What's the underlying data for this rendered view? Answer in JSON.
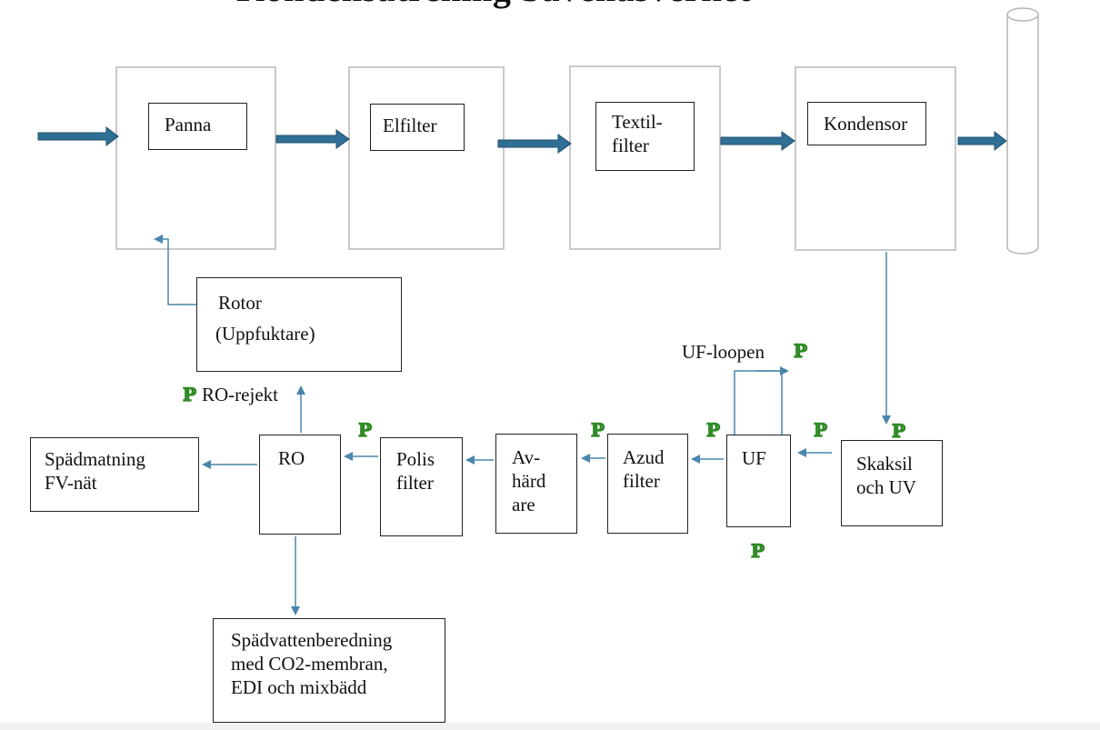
{
  "title": "Kondensatrening Savenäsverket",
  "blocks": {
    "panna": "Panna",
    "elfilter": "Elfilter",
    "textil_line1": "Textil-",
    "textil_line2": "filter",
    "kondensor": "Kondensor"
  },
  "rotor": {
    "line1": "Rotor",
    "line2": "(Uppfuktare)"
  },
  "ro_rejekt": "RO-rejekt",
  "uf_loopen": "UF-loopen",
  "pressure_symbol": "ℙ",
  "boxes": {
    "spadmatning_line1": "Spädmatning",
    "spadmatning_line2": "FV-nät",
    "ro": "RO",
    "polis_line1": "Polis",
    "polis_line2": "filter",
    "avhard_line1": "Av-",
    "avhard_line2": "härd",
    "avhard_line3": "are",
    "azud_line1": "Azud",
    "azud_line2": "filter",
    "uf": "UF",
    "skaksil_line1": "Skaksil",
    "skaksil_line2": "och UV",
    "spadvatten_line1": "Spädvattenberedning",
    "spadvatten_line2": "med CO2-membran,",
    "spadvatten_line3": "EDI och mixbädd"
  },
  "colors": {
    "big_arrow": "#2f6f95",
    "thin_arrow": "#4a86ad",
    "pressure_green": "#49c23a"
  }
}
